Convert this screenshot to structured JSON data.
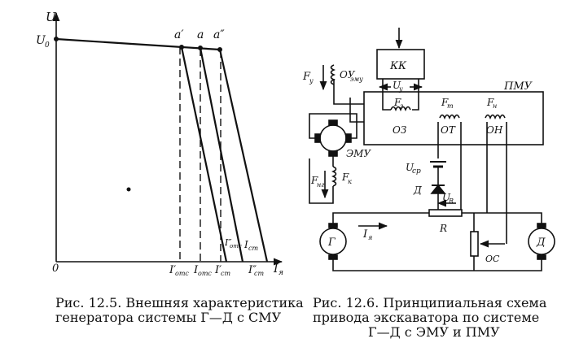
{
  "fig5": {
    "axis_y": "U",
    "u0": "U",
    "u0_sub": "0",
    "origin": "0",
    "axis_x": "I",
    "axis_x_sub": "я",
    "pt_a1": "a′",
    "pt_a": "a",
    "pt_a2": "a″",
    "tick1": "I′",
    "tick1_sub": "отс",
    "tick2": "I",
    "tick2_sub": "отс",
    "tick3": "I′",
    "tick3_sub": "ст",
    "tick4": "I″",
    "tick4_sub": "ст",
    "lbl_otc2": "I″",
    "lbl_otc2_sub": "отс",
    "lbl_st": "I",
    "lbl_st_sub": "ст",
    "caption_line1": "Рис. 12.5. Внешняя характеристика",
    "caption_line2": "генератора системы Г—Д с СМУ"
  },
  "fig6": {
    "kk": "КК",
    "pmu": "ПМУ",
    "fy": "F",
    "fy_sub": "у",
    "oy": "ОУ",
    "oy_sub": "эму",
    "uy": "U",
    "uy_sub": "у",
    "f3": "F",
    "f3_sub": "з",
    "ft": "F",
    "ft_sub": "т",
    "fn": "F",
    "fn_sub": "н",
    "o3": "ОЗ",
    "ot": "ОТ",
    "on": "ОН",
    "emu": "ЭМУ",
    "fng": "F",
    "fng_sub": "нг",
    "fk": "F",
    "fk_sub": "к",
    "ucp": "U",
    "ucp_sub": "ср",
    "d_diode": "Д",
    "ur": "U",
    "ur_sub": "R",
    "r": "R",
    "iy": "I",
    "iy_sub": "я",
    "gen": "Г",
    "motor": "Д",
    "oc": "ОС",
    "caption_line1": "Рис. 12.6. Принципиальная схема",
    "caption_line2": "привода экскаватора по системе",
    "caption_line3": "Г—Д с ЭМУ и ПМУ"
  }
}
